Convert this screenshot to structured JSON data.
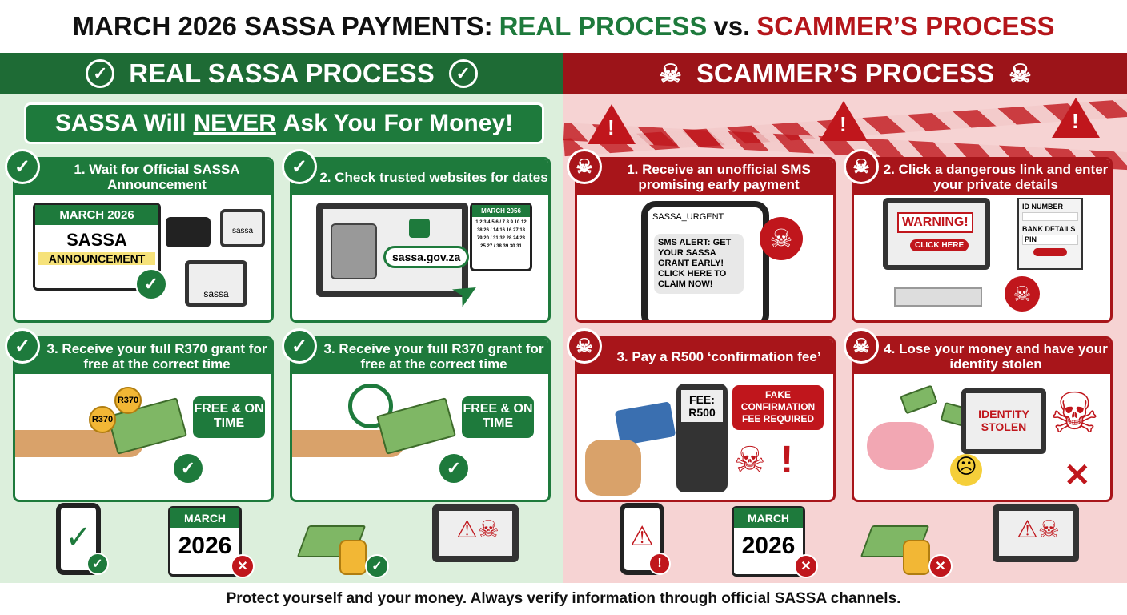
{
  "title": {
    "part1": "MARCH 2026 SASSA PAYMENTS:",
    "part2": "REAL PROCESS",
    "part3": "vs.",
    "part4": "SCAMMER’S PROCESS"
  },
  "colors": {
    "real_green": "#1e7a3c",
    "scam_red": "#a8151a",
    "real_bg": "#dcefdc",
    "scam_bg": "#f6d3d3"
  },
  "real": {
    "header": "REAL SASSA PROCESS",
    "banner": {
      "pre": "SASSA Will",
      "emph": "NEVER",
      "post": "Ask You For Money!"
    },
    "cards": [
      {
        "title": "1. Wait for Official SASSA Announcement",
        "calendar_month": "MARCH 2026",
        "calendar_title": "SASSA",
        "calendar_sub": "ANNOUNCEMENT",
        "logo": "sassa",
        "icons": [
          "radio-icon",
          "tv-icon"
        ]
      },
      {
        "title": "2. Check trusted websites for dates",
        "url": "sassa.gov.za",
        "calendar_month": "MARCH 2056",
        "calendar_days": "1 2 3 4 5 6 / 7 8 9 10 12 38 26 / 14 16 16 27 18 79 20 / 31 32 28 24 23 25 27 / 38 39 30 31",
        "icons": [
          "safe-icon",
          "lock-icon",
          "cursor-icon"
        ]
      },
      {
        "title": "3. Receive your full R370 grant for free at the correct time",
        "coin1": "R370",
        "coin2": "R370",
        "bubble": "FREE & ON TIME"
      },
      {
        "title": "3. Receive your full R370 grant for free at the correct time",
        "bubble": "FREE & ON TIME",
        "icons": [
          "clock-icon"
        ]
      }
    ],
    "bottom": {
      "calendar_month": "MARCH",
      "calendar_year": "2026"
    }
  },
  "scam": {
    "header": "SCAMMER’S PROCESS",
    "cards": [
      {
        "title": "1. Receive an unofficial SMS promising early payment",
        "sender": "SASSA_URGENT",
        "sms": "SMS ALERT: GET YOUR SASSA GRANT EARLY! CLICK HERE TO CLAIM NOW!"
      },
      {
        "title": "2. Click a dangerous link and enter your private details",
        "warning": "WARNING!",
        "button": "CLICK HERE",
        "fields": [
          "ID NUMBER",
          "BANK DETAILS",
          "PIN"
        ]
      },
      {
        "title": "3. Pay a R500 ‘confirmation fee’",
        "terminal": "FEE: R500",
        "bubble": "FAKE CONFIRMATION FEE REQUIRED"
      },
      {
        "title": "4. Lose your money and have your identity stolen",
        "screen": "IDENTITY STOLEN"
      }
    ],
    "bottom": {
      "calendar_month": "MARCH",
      "calendar_year": "2026"
    }
  },
  "footer": "Protect yourself and your money. Always verify information through official SASSA channels."
}
